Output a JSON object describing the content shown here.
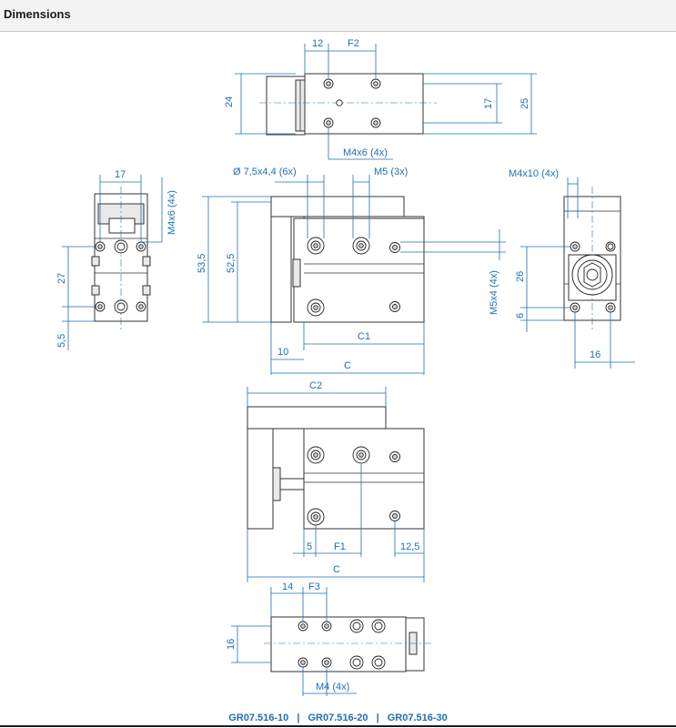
{
  "header": {
    "title": "Dimensions"
  },
  "footer": {
    "models": [
      "GR07.516-10",
      "GR07.516-20",
      "GR07.516-30"
    ],
    "separator": "|"
  },
  "dimensions": {
    "top_view": {
      "d12": "12",
      "f2": "F2",
      "d24": "24",
      "d17": "17",
      "d25": "25",
      "m4x6": "M4x6 (4x)"
    },
    "side_view": {
      "d17": "17",
      "m4x6_vert": "M4x6 (4x)",
      "d27": "27",
      "d5_5": "5,5"
    },
    "front_view": {
      "bore": "Ø 7,5x4,4 (6x)",
      "m5": "M5 (3x)",
      "d53_5": "53,5",
      "d52_5": "52,5",
      "m5x4": "M5x4 (4x)",
      "d10": "10",
      "c1": "C1",
      "c": "C"
    },
    "right_view": {
      "m4x10": "M4x10 (4x)",
      "d26": "26",
      "d6": "6",
      "d16": "16"
    },
    "extended_view": {
      "c2": "C2",
      "d5": "5",
      "f1": "F1",
      "d12_5": "12,5",
      "c": "C"
    },
    "bottom_view": {
      "d14": "14",
      "f3": "F3",
      "d16": "16",
      "m4": "M4 (4x)"
    }
  },
  "colors": {
    "dimension": "#1e6fb5",
    "outline": "#333333",
    "header_bg": "#f3f3f3"
  }
}
